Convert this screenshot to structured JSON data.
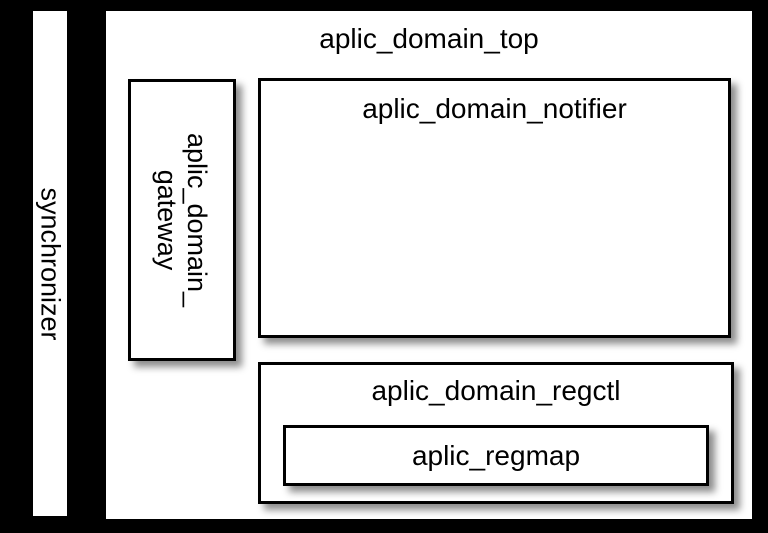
{
  "diagram": {
    "background_color": "#000000",
    "box_fill_color": "#ffffff",
    "box_border_color": "#000000",
    "text_color": "#000000",
    "synchronizer": {
      "label": "synchronizer",
      "orientation": "vertical"
    },
    "domain_top": {
      "label": "aplic_domain_top",
      "children": {
        "gateway": {
          "label_line1": "aplic_domain_",
          "label_line2": "gateway",
          "orientation": "vertical"
        },
        "notifier": {
          "label": "aplic_domain_notifier"
        },
        "regctl": {
          "label": "aplic_domain_regctl",
          "children": {
            "regmap": {
              "label": "aplic_regmap"
            }
          }
        }
      }
    }
  }
}
